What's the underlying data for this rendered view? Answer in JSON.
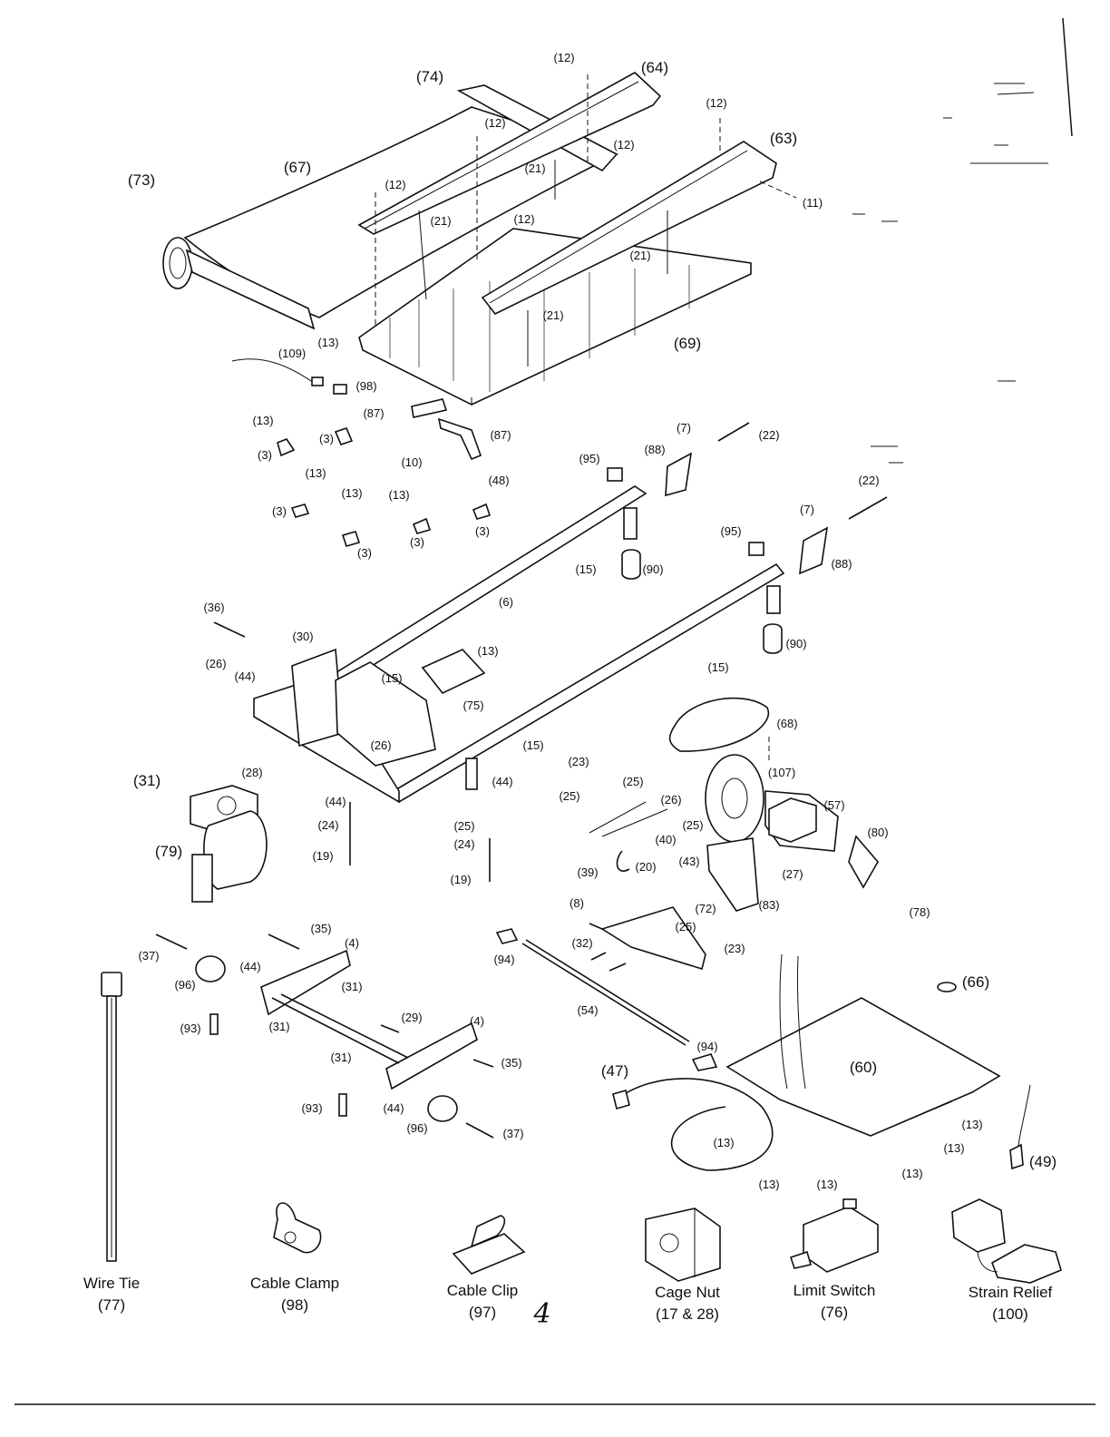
{
  "callouts": [
    "(12)",
    "(64)",
    "(74)",
    "(12)",
    "(12)",
    "(12)",
    "(63)",
    "(73)",
    "(67)",
    "(21)",
    "(12)",
    "(11)",
    "(21)",
    "(12)",
    "(21)",
    "(21)",
    "(69)",
    "(13)",
    "(109)",
    "(98)",
    "(13)",
    "(3)",
    "(3)",
    "(87)",
    "(87)",
    "(10)",
    "(48)",
    "(13)",
    "(3)",
    "(13)",
    "(13)",
    "(3)",
    "(3)",
    "(3)",
    "(95)",
    "(88)",
    "(7)",
    "(22)",
    "(22)",
    "(7)",
    "(95)",
    "(88)",
    "(15)",
    "(90)",
    "(6)",
    "(36)",
    "(30)",
    "(26)",
    "(44)",
    "(13)",
    "(15)",
    "(90)",
    "(15)",
    "(75)",
    "(26)",
    "(28)",
    "(15)",
    "(68)",
    "(23)",
    "(107)",
    "(25)",
    "(26)",
    "(57)",
    "(31)",
    "(25)",
    "(44)",
    "(25)",
    "(24)",
    "(44)",
    "(40)",
    "(80)",
    "(79)",
    "(19)",
    "(25)",
    "(24)",
    "(39)",
    "(20)",
    "(43)",
    "(27)",
    "(19)",
    "(72)",
    "(83)",
    "(78)",
    "(8)",
    "(25)",
    "(32)",
    "(23)",
    "(35)",
    "(37)",
    "(4)",
    "(94)",
    "(44)",
    "(96)",
    "(31)",
    "(54)",
    "(66)",
    "(29)",
    "(93)",
    "(31)",
    "(4)",
    "(31)",
    "(35)",
    "(94)",
    "(60)",
    "(47)",
    "(44)",
    "(93)",
    "(96)",
    "(37)",
    "(13)",
    "(13)",
    "(13)",
    "(13)",
    "(13)",
    "(49)",
    "(13)"
  ],
  "legend": {
    "wire_tie": {
      "name": "Wire Tie",
      "num": "(77)"
    },
    "cable_clamp": {
      "name": "Cable Clamp",
      "num": "(98)"
    },
    "cable_clip": {
      "name": "Cable Clip",
      "num": "(97)"
    },
    "cage_nut": {
      "name": "Cage Nut",
      "num": "(17 & 28)"
    },
    "limit_switch": {
      "name": "Limit Switch",
      "num": "(76)"
    },
    "strain_relief": {
      "name": "Strain Relief",
      "num": "(100)"
    }
  },
  "page_number": "4"
}
